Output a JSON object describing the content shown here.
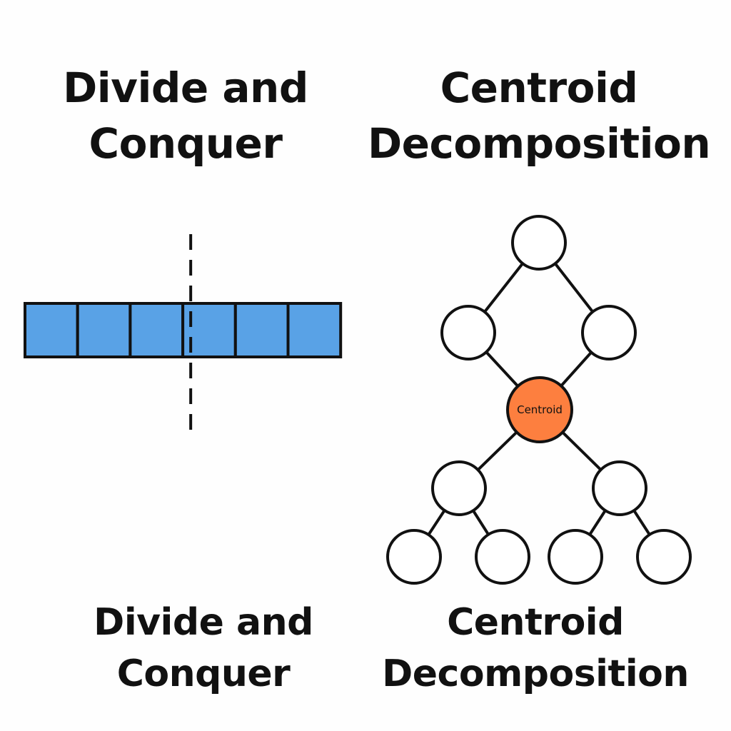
{
  "colors": {
    "array_cell_fill": "#59a2e6",
    "centroid_fill": "#fd7f3f",
    "stroke": "#111111",
    "node_fill": "#ffffff"
  },
  "left_panel": {
    "title_top": {
      "line1": "Divide and",
      "line2": "Conquer"
    },
    "title_bottom": {
      "line1": "Divide and",
      "line2": "Conquer"
    },
    "array": {
      "cell_count": 6,
      "split_after_cells": 3.15
    }
  },
  "right_panel": {
    "title_top": {
      "line1": "Centroid",
      "line2": "Decomposition"
    },
    "title_bottom": {
      "line1": "Centroid",
      "line2": "Decomposition"
    },
    "centroid_label": "Centroid",
    "tree": {
      "nodes": [
        "root",
        "upper-left",
        "upper-right",
        "centroid",
        "lower-left",
        "lower-right",
        "leaf-1",
        "leaf-2",
        "leaf-3",
        "leaf-4"
      ],
      "edges": [
        [
          "root",
          "upper-left"
        ],
        [
          "root",
          "upper-right"
        ],
        [
          "upper-left",
          "centroid"
        ],
        [
          "upper-right",
          "centroid"
        ],
        [
          "centroid",
          "lower-left"
        ],
        [
          "centroid",
          "lower-right"
        ],
        [
          "lower-left",
          "leaf-1"
        ],
        [
          "lower-left",
          "leaf-2"
        ],
        [
          "lower-right",
          "leaf-3"
        ],
        [
          "lower-right",
          "leaf-4"
        ]
      ],
      "centroid_node": "centroid"
    }
  }
}
